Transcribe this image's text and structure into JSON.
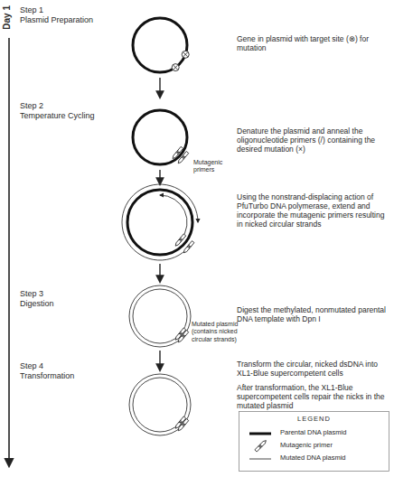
{
  "diagram": {
    "labels": [
      "Day 1",
      "Step 1",
      "Plasmid Preparation",
      "Gene in plasmid with target site (⊗) for mutation",
      "Step 2",
      "Temperature Cycling",
      "Mutagenic primers",
      "Denature the plasmid and anneal the oligonucleotide primers (/) containing the desired mutation (×)",
      "Using the nonstrand-displacing action of PfuTurbo DNA polymerase, extend and incorporate the mutagenic primers resulting in nicked circular strands",
      "Step 3",
      "Digestion",
      "Mutated plasmid (contains nicked circular strands)",
      "Digest the methylated, nonmutated parental DNA template with Dpn I",
      "Step 4",
      "Transformation",
      "Transform the circular, nicked dsDNA into XL1-Blue supercompetent cells",
      "After transformation, the XL1-Blue supercompetent cells repair the nicks in the mutated plasmid",
      "LEGEND"
    ],
    "legend": [
      {
        "text": "Parental DNA plasmid"
      },
      {
        "text": "Mutagenic primer"
      },
      {
        "text": "Mutated DNA plasmid"
      }
    ]
  }
}
